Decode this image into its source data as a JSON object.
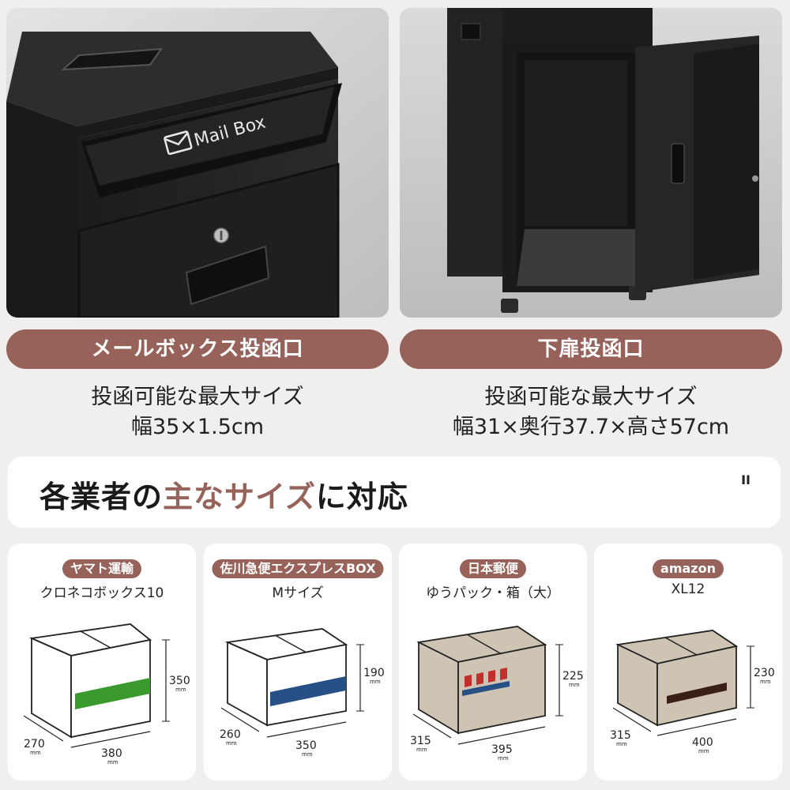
{
  "photos": {
    "left": {
      "engraving": "Mail Box"
    }
  },
  "labels": {
    "left": "メールボックス投函口",
    "right": "下扉投函口"
  },
  "size_info": {
    "left": {
      "line1": "投函可能な最大サイズ",
      "line2": "幅35×1.5cm"
    },
    "right": {
      "line1": "投函可能な最大サイズ",
      "line2": "幅31×奥行37.7×高さ57cm"
    }
  },
  "banner": {
    "title_part1": "各業者の",
    "title_highlight": "主なサイズ",
    "title_part2": "に対応",
    "pause_glyph": "II"
  },
  "carriers": [
    {
      "badge": "ヤマト運輸",
      "name": "クロネコボックス10",
      "height": "350",
      "depth": "270",
      "width": "380",
      "unit": "mm",
      "box_color": "#ffffff",
      "stripe_color": "#3a9a2e"
    },
    {
      "badge": "佐川急便エクスプレスBOX",
      "name": "Mサイズ",
      "height": "190",
      "depth": "260",
      "width": "350",
      "unit": "mm",
      "box_color": "#ffffff",
      "stripe_color": "#264f86"
    },
    {
      "badge": "日本郵便",
      "name": "ゆうパック・箱（大）",
      "height": "225",
      "depth": "315",
      "width": "395",
      "unit": "mm",
      "box_color": "#cfc4b3",
      "stripe_color": "#c2302d"
    },
    {
      "badge": "amazon",
      "name": "XL12",
      "height": "230",
      "depth": "315",
      "width": "400",
      "unit": "mm",
      "box_color": "#cfc4b3",
      "stripe_color": "#3a1f18"
    }
  ]
}
